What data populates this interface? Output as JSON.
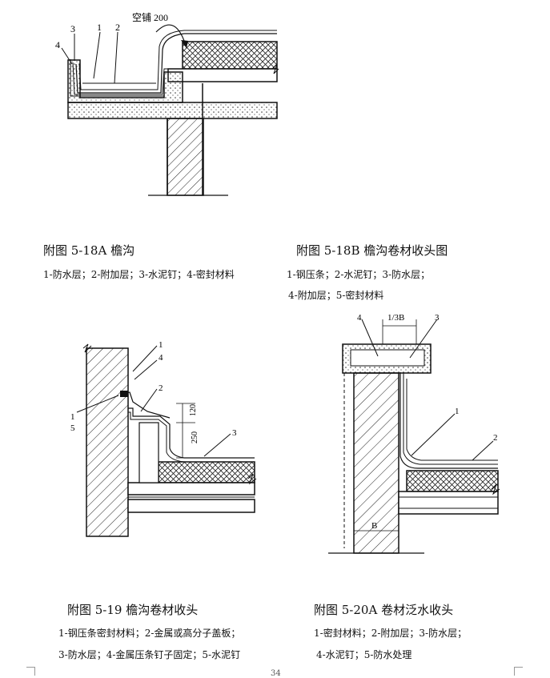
{
  "figures": [
    {
      "caption": "附图 5-18A 檐沟",
      "notes": [
        "1-防水层；2-附加层；3-水泥钉；4-密封材料"
      ],
      "labels": {
        "n1": "1",
        "n2": "2",
        "n3": "3",
        "n4": "4",
        "empty": "空铺 200"
      }
    },
    {
      "caption": "附图 5-18B  檐沟卷材收头图",
      "notes": [
        "1-钢压条；2-水泥钉；3-防水层；",
        "4-附加层；5-密封材料"
      ]
    },
    {
      "caption": "附图 5-19  檐沟卷材收头",
      "notes": [
        "1-钢压条密封材料；2-金属或高分子盖板；",
        "3-防水层；4-金属压条钉子固定；5-水泥钉"
      ],
      "labels": {
        "n1a": "1",
        "n4": "4",
        "n2": "2",
        "n1b": "1",
        "n5": "5",
        "n3": "3",
        "d120": "120",
        "d250": "250"
      }
    },
    {
      "caption": "附图 5-20A 卷材泛水收头",
      "notes": [
        "1-密封材料；2-附加层；3-防水层；",
        "4-水泥钉；5-防水处理"
      ],
      "labels": {
        "n4": "4",
        "n13b": "1/3B",
        "n3": "3",
        "n1": "1",
        "n2": "2",
        "b": "B"
      }
    }
  ],
  "page_number": "34"
}
